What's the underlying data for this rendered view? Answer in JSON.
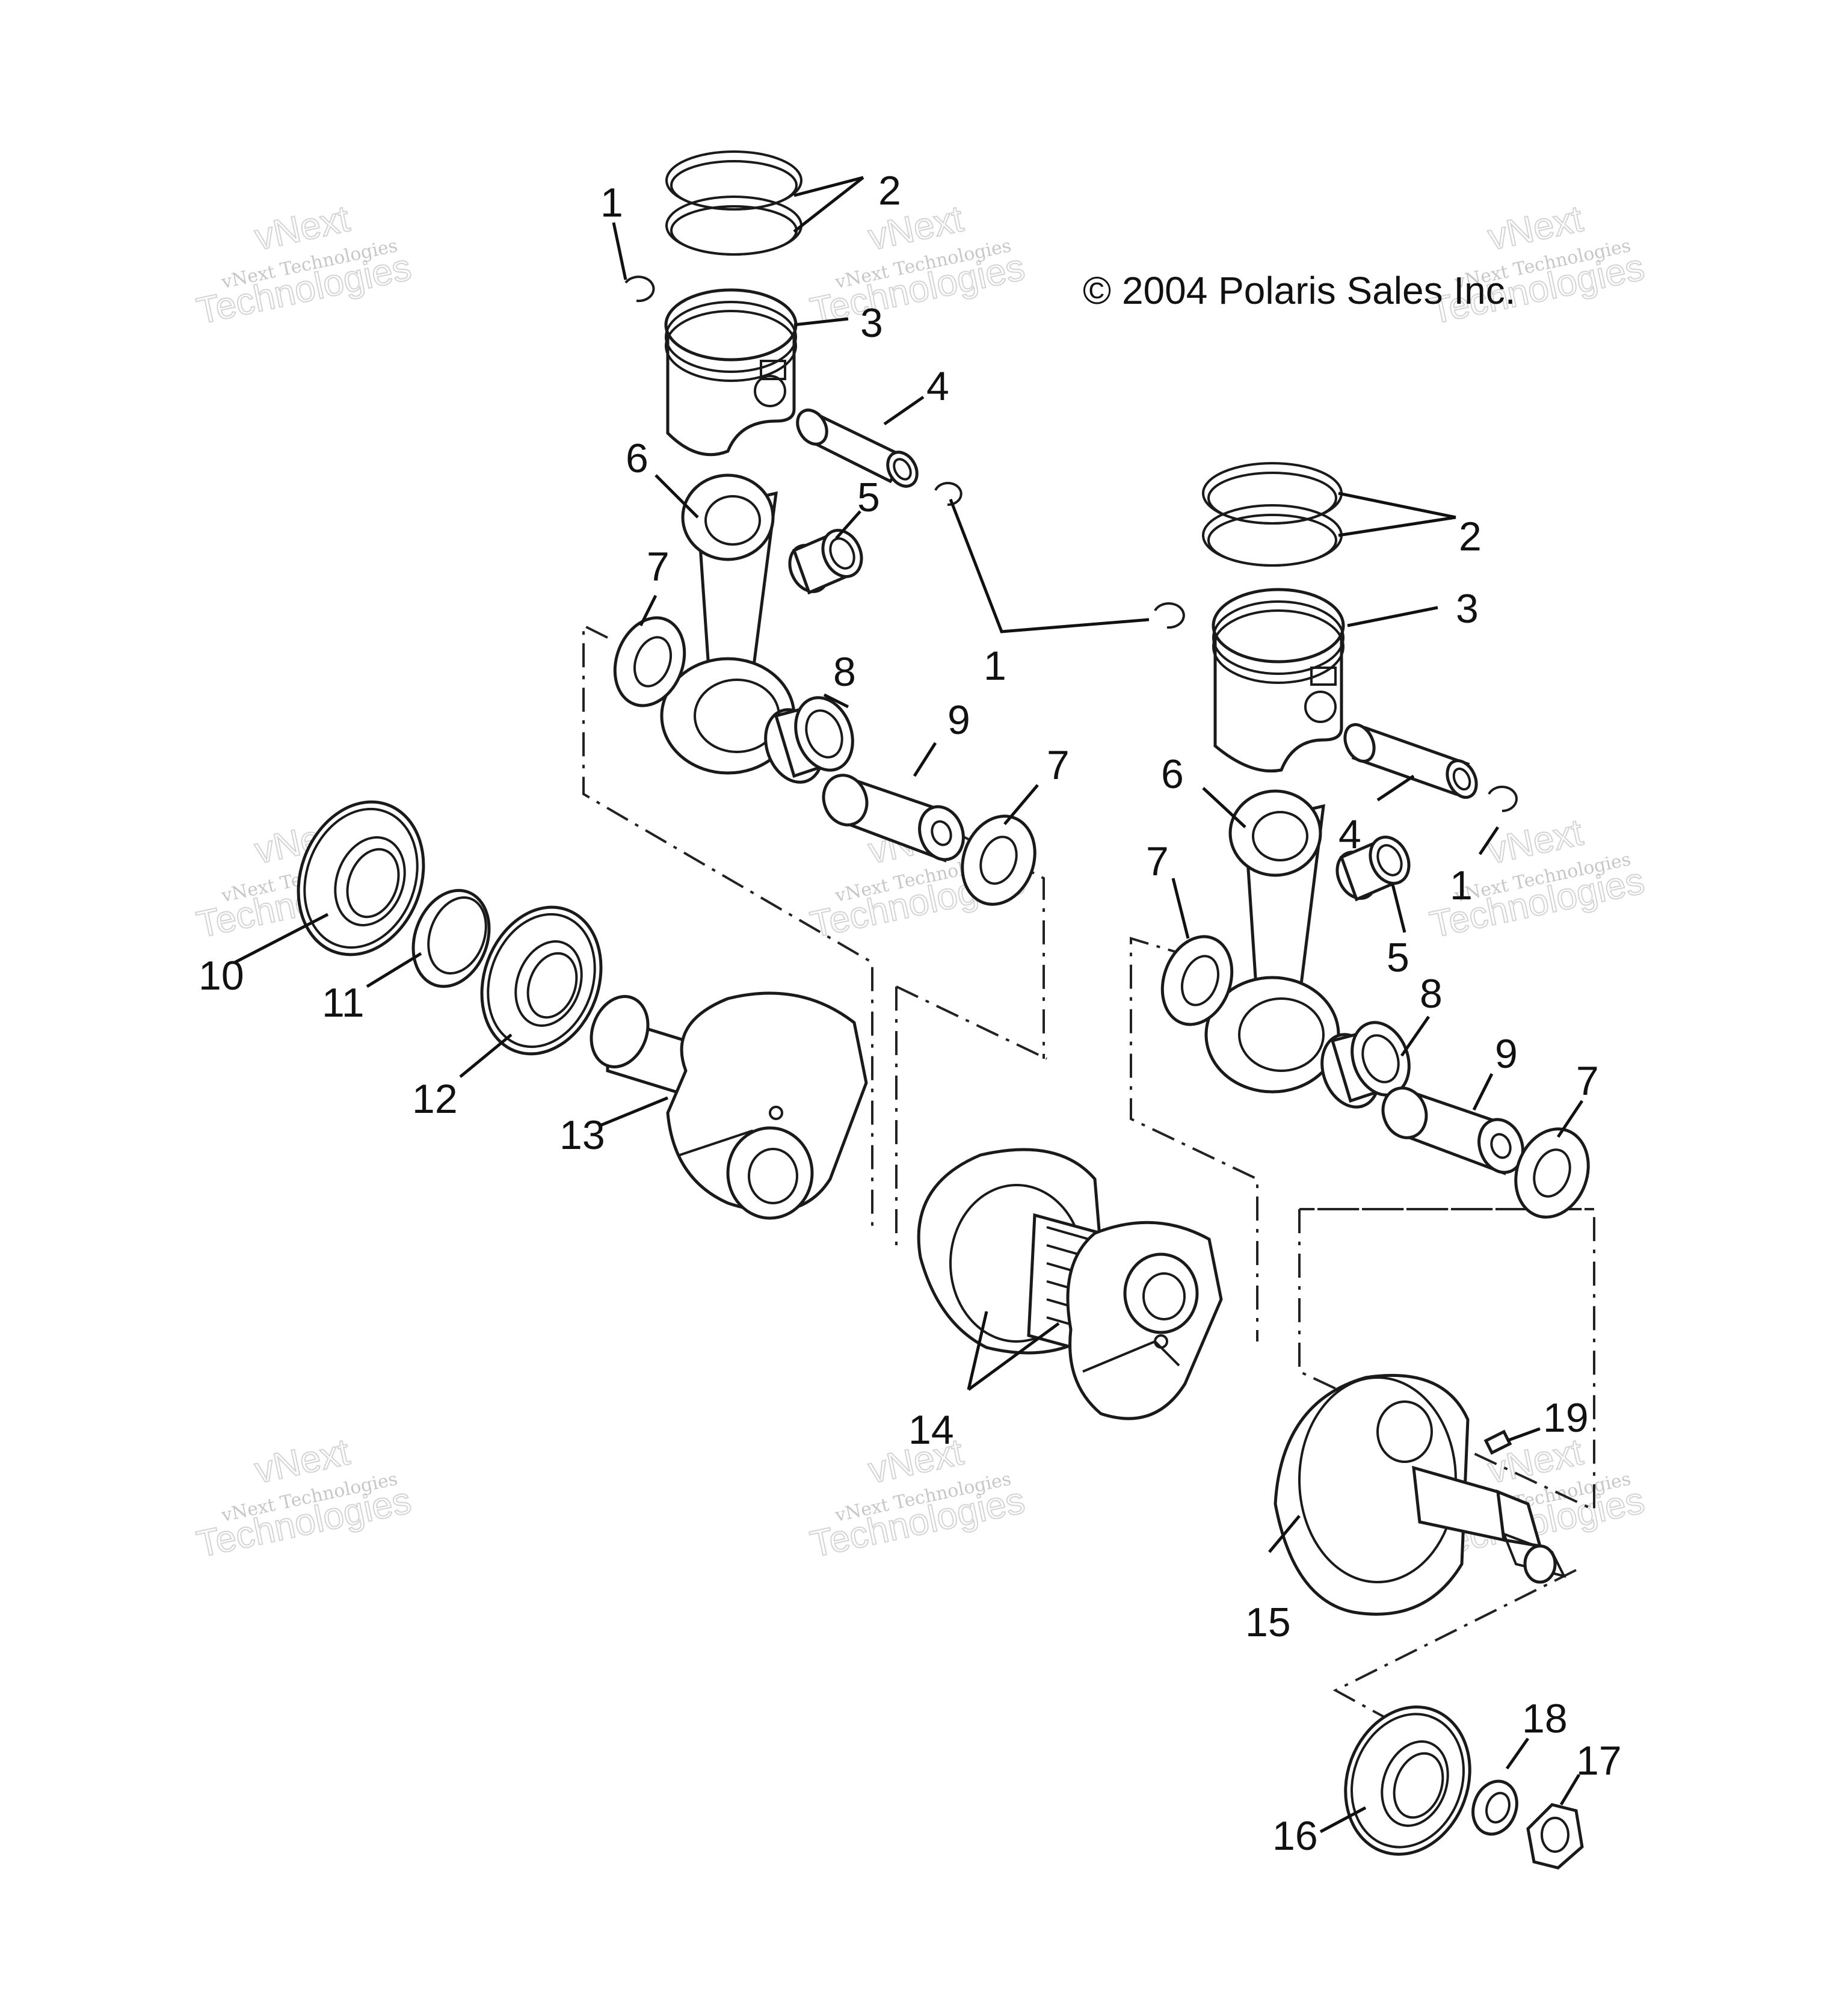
{
  "copyright": "© 2004 Polaris Sales Inc.",
  "watermark": {
    "line1": "vNext",
    "line2": "vNext Technologies",
    "line3": "Technologies"
  },
  "callouts": {
    "c1a": "1",
    "c2a": "2",
    "c3a": "3",
    "c4a": "4",
    "c5a": "5",
    "c6a": "6",
    "c7a": "7",
    "c8a": "8",
    "c9a": "9",
    "c7b": "7",
    "c1b": "1",
    "c2b": "2",
    "c3b": "3",
    "c6b": "6",
    "c4b": "4",
    "c1c": "1",
    "c7c": "7",
    "c5b": "5",
    "c8b": "8",
    "c9b": "9",
    "c7d": "7",
    "c10": "10",
    "c11": "11",
    "c12": "12",
    "c13": "13",
    "c14": "14",
    "c15": "15",
    "c16": "16",
    "c17": "17",
    "c18": "18",
    "c19": "19"
  }
}
